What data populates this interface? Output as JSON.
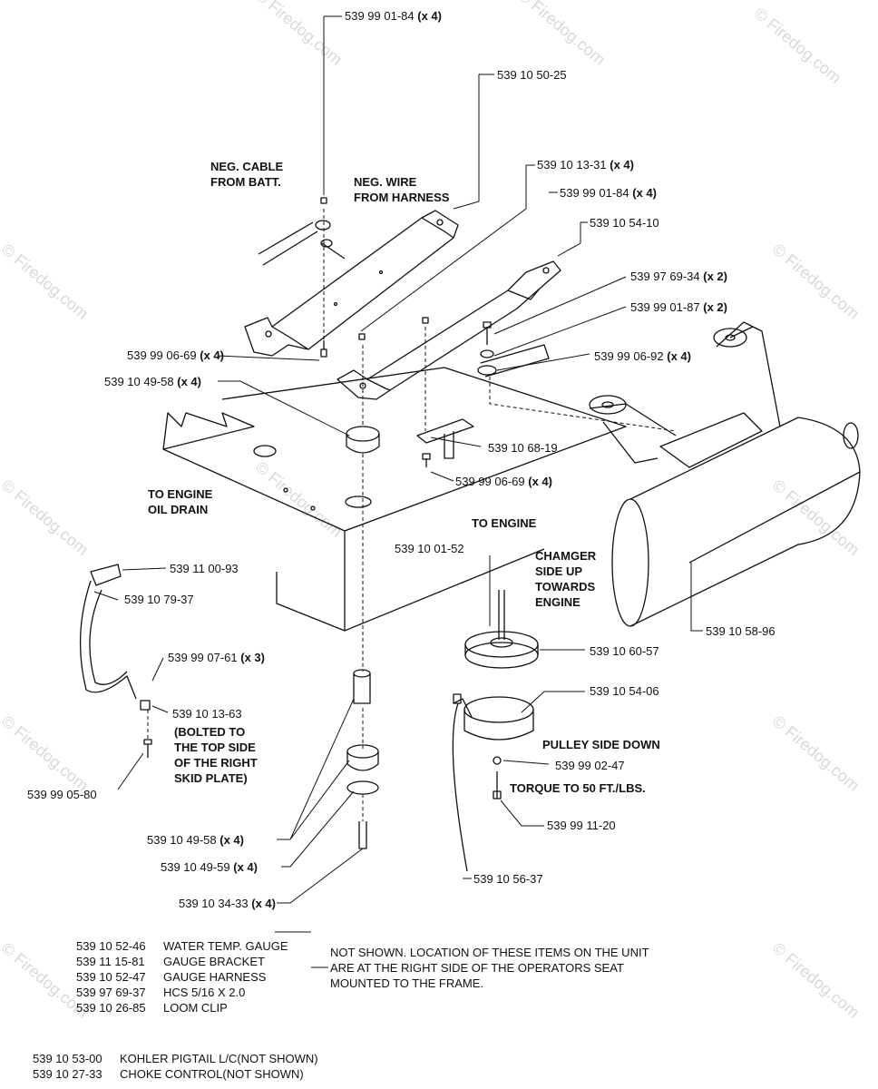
{
  "watermark": "© Firedog.com",
  "notes": {
    "neg_cable": "NEG. CABLE\nFROM BATT.",
    "neg_wire": "NEG. WIRE\nFROM HARNESS",
    "engine_oil": "TO ENGINE\nOIL DRAIN",
    "to_engine": "TO ENGINE",
    "changer": "CHAMGER\nSIDE UP\nTOWARDS\nENGINE",
    "pulley_down": "PULLEY SIDE DOWN",
    "torque": "TORQUE TO 50 FT./LBS.",
    "bolted": "(BOLTED TO\nTHE TOP SIDE\nOF THE RIGHT\nSKID PLATE)"
  },
  "callouts": [
    {
      "id": "c1",
      "part": "539 99 01-84",
      "qty": "(x 4)"
    },
    {
      "id": "c2",
      "part": "539 10 50-25",
      "qty": ""
    },
    {
      "id": "c3",
      "part": "539 10 13-31",
      "qty": "(x 4)"
    },
    {
      "id": "c4",
      "part": "539 99 01-84",
      "qty": "(x 4)"
    },
    {
      "id": "c5",
      "part": "539 10 54-10",
      "qty": ""
    },
    {
      "id": "c6",
      "part": "539 97 69-34",
      "qty": "(x 2)"
    },
    {
      "id": "c7",
      "part": "539 99 01-87",
      "qty": "(x 2)"
    },
    {
      "id": "c8",
      "part": "539 99 06-92",
      "qty": "(x 4)"
    },
    {
      "id": "c9",
      "part": "539 99 06-69",
      "qty": "(x 4)"
    },
    {
      "id": "c10",
      "part": "539 10 49-58",
      "qty": "(x 4)"
    },
    {
      "id": "c11",
      "part": "539 10 68-19",
      "qty": ""
    },
    {
      "id": "c12",
      "part": "539 99 06-69",
      "qty": "(x 4)"
    },
    {
      "id": "c13",
      "part": "539 10 01-52",
      "qty": ""
    },
    {
      "id": "c14",
      "part": "539 11 00-93",
      "qty": ""
    },
    {
      "id": "c15",
      "part": "539 10 79-37",
      "qty": ""
    },
    {
      "id": "c16",
      "part": "539 10 58-96",
      "qty": ""
    },
    {
      "id": "c17",
      "part": "539 99 07-61",
      "qty": "(x 3)"
    },
    {
      "id": "c18",
      "part": "539 10 60-57",
      "qty": ""
    },
    {
      "id": "c19",
      "part": "539 10 54-06",
      "qty": ""
    },
    {
      "id": "c20",
      "part": "539 10 13-63",
      "qty": ""
    },
    {
      "id": "c21",
      "part": "539 99 02-47",
      "qty": ""
    },
    {
      "id": "c22",
      "part": "539 99 05-80",
      "qty": ""
    },
    {
      "id": "c23",
      "part": "539 99 11-20",
      "qty": ""
    },
    {
      "id": "c24",
      "part": "539 10 49-58",
      "qty": "(x 4)"
    },
    {
      "id": "c25",
      "part": "539 10 49-59",
      "qty": "(x 4)"
    },
    {
      "id": "c26",
      "part": "539 10 56-37",
      "qty": ""
    },
    {
      "id": "c27",
      "part": "539 10 34-33",
      "qty": "(x 4)"
    }
  ],
  "legend": [
    {
      "num": "539 10 52-46",
      "desc": "WATER TEMP. GAUGE"
    },
    {
      "num": "539 11 15-81",
      "desc": "GAUGE BRACKET"
    },
    {
      "num": "539 10 52-47",
      "desc": "GAUGE HARNESS"
    },
    {
      "num": "539 97 69-37",
      "desc": "HCS 5/16 X 2.0"
    },
    {
      "num": "539 10 26-85",
      "desc": "LOOM CLIP"
    }
  ],
  "legend_note": "NOT SHOWN. LOCATION OF THESE ITEMS ON THE UNIT\nARE AT THE RIGHT SIDE OF THE OPERATORS SEAT\nMOUNTED TO THE FRAME.",
  "footer": [
    {
      "num": "539 10 53-00",
      "desc": "KOHLER PIGTAIL L/C(NOT SHOWN)"
    },
    {
      "num": "539 10 27-33",
      "desc": "CHOKE CONTROL(NOT SHOWN)"
    }
  ]
}
